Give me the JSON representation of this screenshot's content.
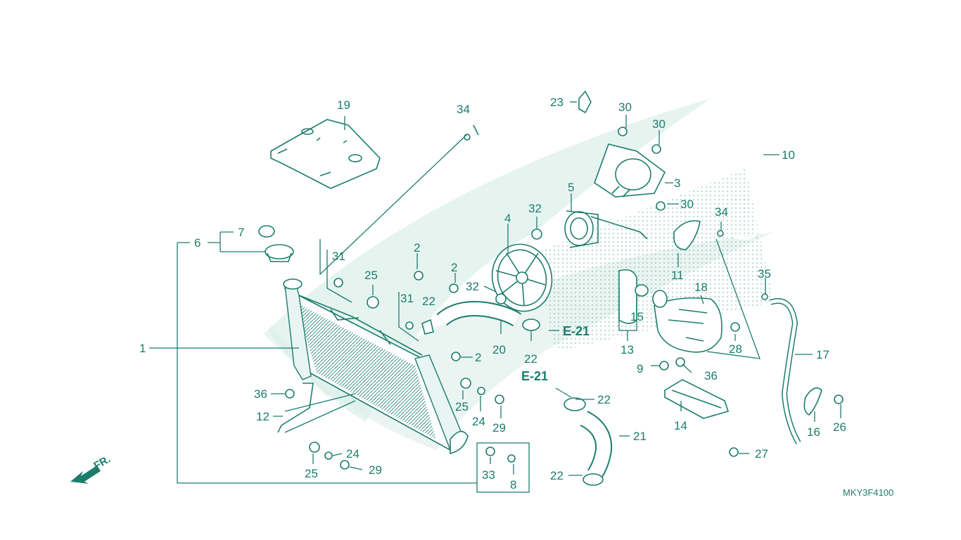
{
  "diagram_code": "MKY3F4100",
  "front_label": "FR.",
  "references": [
    "E-21",
    "E-21"
  ],
  "callouts": [
    {
      "n": "1"
    },
    {
      "n": "2"
    },
    {
      "n": "2"
    },
    {
      "n": "2"
    },
    {
      "n": "3"
    },
    {
      "n": "4"
    },
    {
      "n": "5"
    },
    {
      "n": "6"
    },
    {
      "n": "7"
    },
    {
      "n": "8"
    },
    {
      "n": "9"
    },
    {
      "n": "10"
    },
    {
      "n": "11"
    },
    {
      "n": "12"
    },
    {
      "n": "13"
    },
    {
      "n": "14"
    },
    {
      "n": "15"
    },
    {
      "n": "16"
    },
    {
      "n": "17"
    },
    {
      "n": "18"
    },
    {
      "n": "19"
    },
    {
      "n": "20"
    },
    {
      "n": "21"
    },
    {
      "n": "22"
    },
    {
      "n": "22"
    },
    {
      "n": "22"
    },
    {
      "n": "22"
    },
    {
      "n": "23"
    },
    {
      "n": "24"
    },
    {
      "n": "24"
    },
    {
      "n": "25"
    },
    {
      "n": "25"
    },
    {
      "n": "25"
    },
    {
      "n": "26"
    },
    {
      "n": "27"
    },
    {
      "n": "28"
    },
    {
      "n": "29"
    },
    {
      "n": "29"
    },
    {
      "n": "30"
    },
    {
      "n": "30"
    },
    {
      "n": "30"
    },
    {
      "n": "31"
    },
    {
      "n": "31"
    },
    {
      "n": "32"
    },
    {
      "n": "32"
    },
    {
      "n": "33"
    },
    {
      "n": "34"
    },
    {
      "n": "34"
    },
    {
      "n": "35"
    },
    {
      "n": "36"
    },
    {
      "n": "36"
    }
  ],
  "colors": {
    "ink": "#1b7d6c",
    "watermark": "#dcefe9",
    "background": "#ffffff"
  }
}
